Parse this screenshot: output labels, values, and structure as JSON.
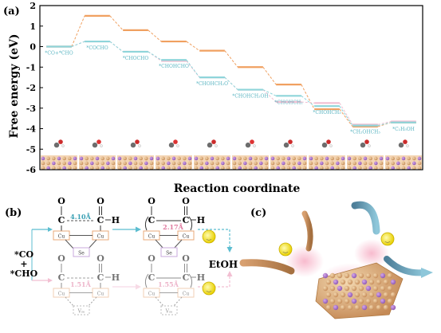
{
  "panels": {
    "a": "(a)",
    "b": "(b)",
    "c": "(c)"
  },
  "chart_data": {
    "type": "line",
    "xlabel": "Reaction coordinate",
    "ylabel": "Free energy (eV)",
    "ylim": [
      -6,
      2
    ],
    "yticks": [
      2,
      1,
      0,
      -1,
      -2,
      -3,
      -4,
      -5,
      -6
    ],
    "steps": [
      "*CO+*CHO",
      "*COCHO",
      "*CHOCHO",
      "*CHOHCHO",
      "*CHOHCH2O",
      "*CHOHCH2OH",
      "*CHOHCH2",
      "*CHOHCH3",
      "*CH2OHCH3",
      "*C2H5OH"
    ],
    "step_labels": [
      "*CO+*CHO",
      "*COCHO",
      "*CHOCHO",
      "*CHOHCHO",
      "*CHOHCH₂O",
      "*CHOHCH₂OH",
      "*CHOHCH₂",
      "*CHOHCH₃",
      "*CH₂OHCH₃",
      "*C₂H₅OH"
    ],
    "series": [
      {
        "color": "#f0a060",
        "values": [
          0.0,
          1.5,
          0.8,
          0.25,
          -0.2,
          -1.0,
          -1.85,
          -3.05,
          -3.9,
          -3.7
        ]
      },
      {
        "color": "#f2bfd2",
        "values": [
          0.0,
          0.25,
          -0.25,
          -0.7,
          -1.5,
          -2.1,
          -2.7,
          -2.75,
          -3.8,
          -3.65
        ]
      },
      {
        "color": "#8ed5da",
        "values": [
          0.0,
          0.25,
          -0.25,
          -0.65,
          -1.5,
          -2.1,
          -2.4,
          -2.9,
          -3.85,
          -3.7
        ]
      }
    ]
  },
  "panel_b": {
    "atom_c": "C",
    "atom_o": "O",
    "atom_h": "H",
    "cu": "Cu",
    "se": "Se",
    "vse": "Vₛₑ",
    "dist_top_left": "4.10Å",
    "dist_top_right": "2.17Å",
    "dist_bottom_left": "1.51Å",
    "dist_bottom_right": "1.55Å",
    "reactant_1": "*CO",
    "plus": "+",
    "reactant_2": "*CHO",
    "product": "EtOH"
  }
}
